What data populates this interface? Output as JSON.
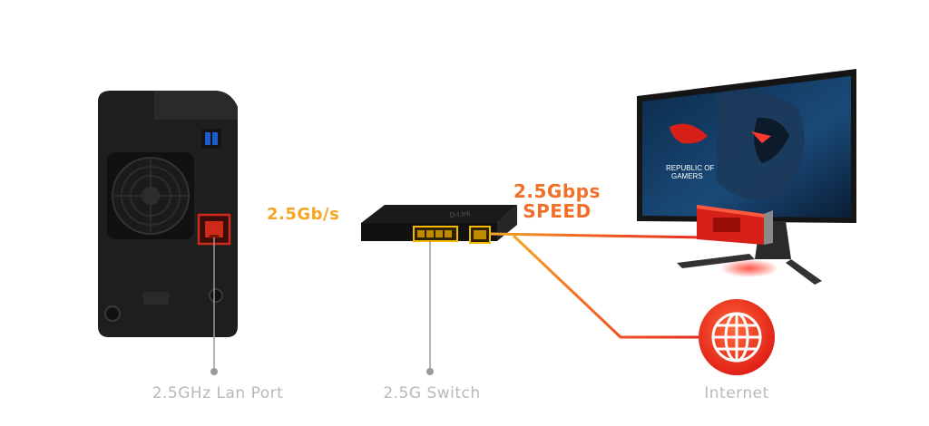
{
  "labels": {
    "lan_port": "2.5GHz Lan Port",
    "switch": "2.5G Switch",
    "internet": "Internet",
    "link_speed": "2.5Gb/s",
    "speed_line1": "2.5Gbps",
    "speed_line2": "SPEED"
  },
  "monitor_screen": {
    "line1": "REPUBLIC OF",
    "line2": "GAMERS"
  },
  "switch_brand": "D-Link",
  "colors": {
    "nas_body": "#1e1e1e",
    "port_highlight": "#cc2a1a",
    "cable_orange": "#f5a623",
    "cable_red": "#e8321e",
    "switch_port_highlight": "#f5b800",
    "internet_globe": "#e8321e",
    "pointer_gray": "#9a9a9a",
    "label_gray": "#b9b9b9"
  },
  "icons": {
    "nas": "nas-device-icon",
    "switch": "network-switch-icon",
    "monitor": "gaming-monitor-icon",
    "globe": "globe-icon"
  }
}
